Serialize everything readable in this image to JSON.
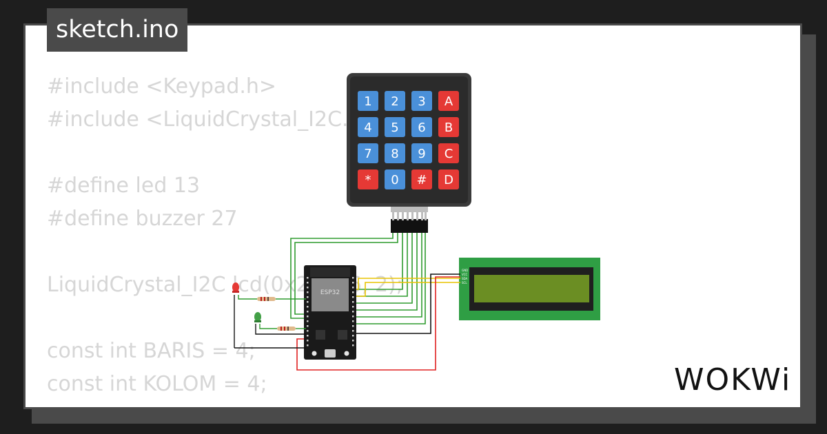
{
  "tab": {
    "title": "sketch.ino"
  },
  "code_lines": [
    "#include <Keypad.h>",
    "#include <LiquidCrystal_I2C.h>",
    "",
    "#define led 13",
    "#define buzzer 27",
    "",
    "LiquidCrystal_I2C lcd(0x27, 16, 2);",
    "",
    "const int BARIS = 4;",
    "const int KOLOM = 4;"
  ],
  "keypad": {
    "keys": [
      {
        "label": "1",
        "color": "#4a90d9"
      },
      {
        "label": "2",
        "color": "#4a90d9"
      },
      {
        "label": "3",
        "color": "#4a90d9"
      },
      {
        "label": "A",
        "color": "#e53935"
      },
      {
        "label": "4",
        "color": "#4a90d9"
      },
      {
        "label": "5",
        "color": "#4a90d9"
      },
      {
        "label": "6",
        "color": "#4a90d9"
      },
      {
        "label": "B",
        "color": "#e53935"
      },
      {
        "label": "7",
        "color": "#4a90d9"
      },
      {
        "label": "8",
        "color": "#4a90d9"
      },
      {
        "label": "9",
        "color": "#4a90d9"
      },
      {
        "label": "C",
        "color": "#e53935"
      },
      {
        "label": "*",
        "color": "#e53935"
      },
      {
        "label": "0",
        "color": "#4a90d9"
      },
      {
        "label": "#",
        "color": "#e53935"
      },
      {
        "label": "D",
        "color": "#e53935"
      }
    ]
  },
  "esp32": {
    "label": "ESP32"
  },
  "lcd": {
    "pins": [
      "GND",
      "VCC",
      "SDA",
      "SCL"
    ]
  },
  "brand": {
    "logo": "WOKWi"
  },
  "colors": {
    "wire_green": "#2e9b2e",
    "wire_red": "#e02020",
    "wire_yellow": "#e8c400",
    "wire_black": "#111111",
    "lcd_board": "#2f9e44",
    "lcd_screen": "#6b8e23"
  }
}
